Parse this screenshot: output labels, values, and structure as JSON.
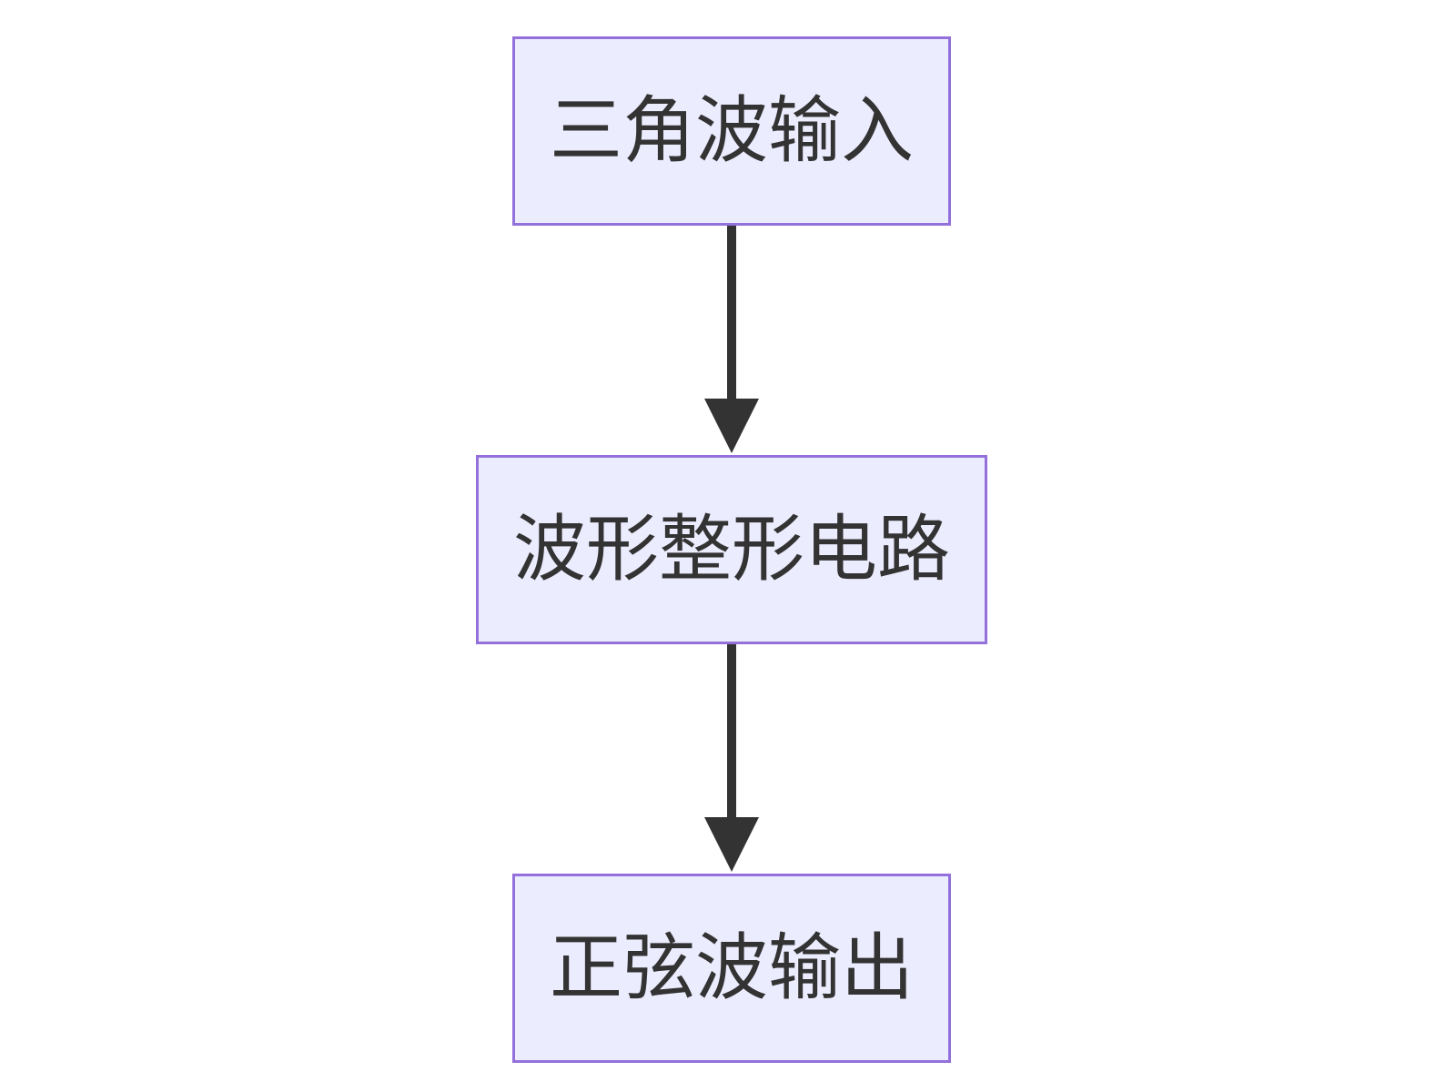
{
  "nodes": [
    {
      "id": "n1",
      "label": "三角波输入"
    },
    {
      "id": "n2",
      "label": "波形整形电路"
    },
    {
      "id": "n3",
      "label": "正弦波输出"
    }
  ],
  "edges": [
    {
      "from": "n1",
      "to": "n2"
    },
    {
      "from": "n2",
      "to": "n3"
    }
  ],
  "colors": {
    "node_fill": "#ececff",
    "node_border": "#9370db",
    "edge": "#333333",
    "text": "#333333"
  }
}
